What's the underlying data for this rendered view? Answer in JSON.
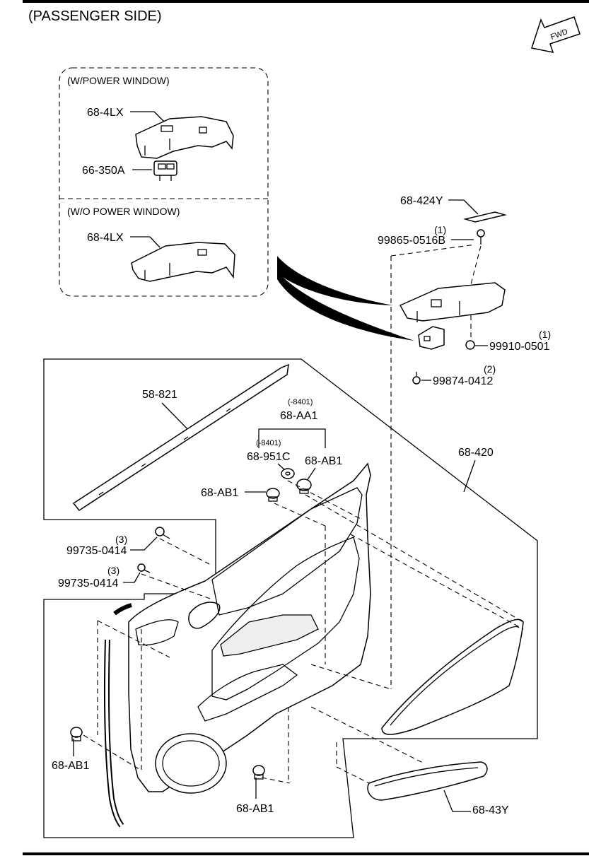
{
  "header": {
    "title": "(PASSENGER SIDE)"
  },
  "fwd_indicator": {
    "label": "FWD"
  },
  "inset": {
    "top_label": "(W/POWER WINDOW)",
    "bottom_label": "(W/O POWER WINDOW)",
    "parts": {
      "switch_panel_upper": "68-4LX",
      "window_switch": "66-350A",
      "switch_panel_lower": "68-4LX"
    }
  },
  "parts": {
    "p_68_424Y": "68-424Y",
    "p_99865_qty": "(1)",
    "p_99865": "99865-0516B",
    "p_99910_qty": "(1)",
    "p_99910": "99910-0501",
    "p_99874_qty": "(2)",
    "p_99874": "99874-0412",
    "p_58_821": "58-821",
    "p_aa1_note": "(-8401)",
    "p_68_AA1": "68-AA1",
    "p_951c_note": "(-8401)",
    "p_68_951C": "68-951C",
    "p_68_AB1_a": "68-AB1",
    "p_68_AB1_b": "68-AB1",
    "p_68_420": "68-420",
    "p_99735_qty_a": "(3)",
    "p_99735_a": "99735-0414",
    "p_99735_qty_b": "(3)",
    "p_99735_b": "99735-0414",
    "p_68_AB1_c": "68-AB1",
    "p_68_AB1_d": "68-AB1",
    "p_68_43Y": "68-43Y"
  }
}
